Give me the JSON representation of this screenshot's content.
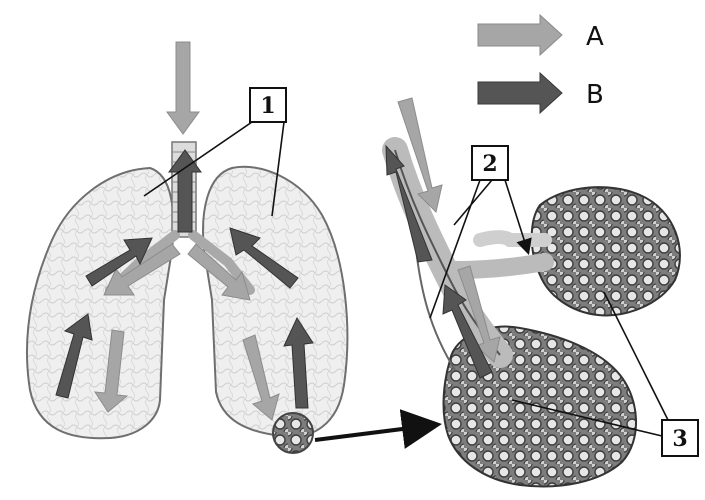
{
  "legend": {
    "items": [
      {
        "key": "A",
        "label": "A",
        "color": "#a6a6a6"
      },
      {
        "key": "B",
        "label": "B",
        "color": "#555555"
      }
    ]
  },
  "labels": {
    "one": "1",
    "two": "2",
    "three": "3"
  },
  "colors": {
    "light_arrow": "#a6a6a6",
    "dark_arrow": "#555555",
    "lung_fill": "#efefef",
    "lung_stroke": "#6f6f6f",
    "alveoli_fill": "#8d8d8d"
  }
}
